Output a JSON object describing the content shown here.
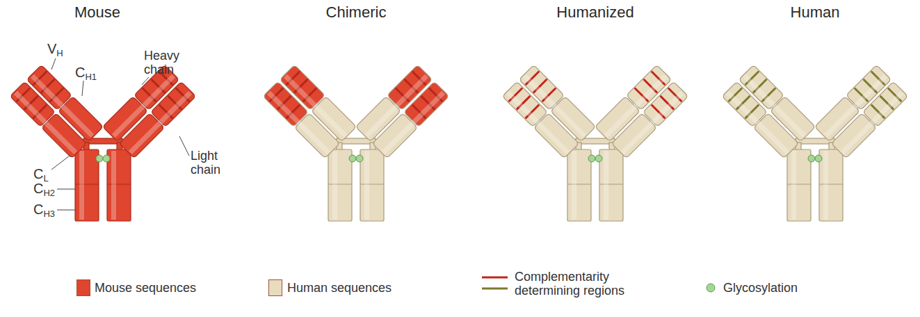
{
  "diagram": {
    "labels": [
      "Mouse",
      "Chimeric",
      "Humanized",
      "Human",
      "VH",
      "Heavy chain",
      "CH1",
      "CL",
      "CH2",
      "CH3",
      "Light chain"
    ],
    "legend": [
      {
        "text": "Mouse sequences",
        "color": "#e0452f"
      },
      {
        "text": "Human sequences",
        "color": "#e8dcc0"
      },
      {
        "text": "Complementarity determining regions"
      },
      {
        "text": "Glycosylation"
      }
    ]
  }
}
